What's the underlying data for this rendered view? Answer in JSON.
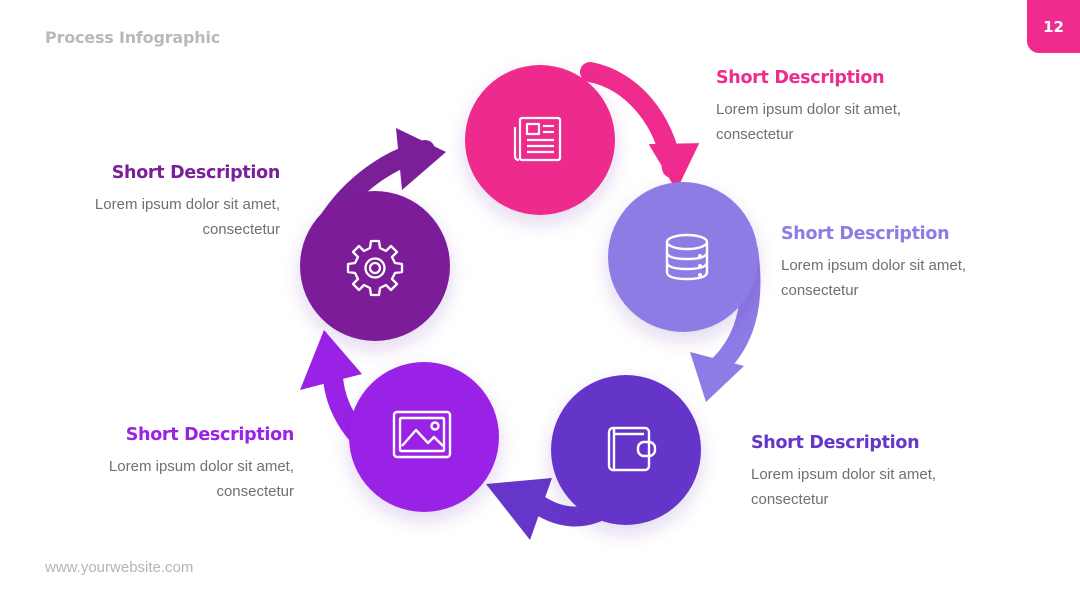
{
  "header": {
    "title": "Process Infographic",
    "page_number": "12"
  },
  "footer": {
    "website": "www.yourwebsite.com"
  },
  "steps": [
    {
      "title": "Short Description",
      "line1": "Lorem ipsum dolor sit amet,",
      "line2": "consectetur",
      "color": "#ef2b8d",
      "icon": "newspaper-icon"
    },
    {
      "title": "Short Description",
      "line1": "Lorem ipsum dolor sit amet,",
      "line2": "consectetur",
      "color": "#8e7be5",
      "icon": "database-icon"
    },
    {
      "title": "Short Description",
      "line1": "Lorem ipsum dolor sit amet,",
      "line2": "consectetur",
      "color": "#6536c9",
      "icon": "wallet-icon"
    },
    {
      "title": "Short Description",
      "line1": "Lorem ipsum dolor sit amet,",
      "line2": "consectetur",
      "color": "#9a22e6",
      "icon": "image-icon"
    },
    {
      "title": "Short Description",
      "line1": "Lorem ipsum dolor sit amet,",
      "line2": "consectetur",
      "color": "#7b1f99",
      "icon": "gear-icon"
    }
  ]
}
